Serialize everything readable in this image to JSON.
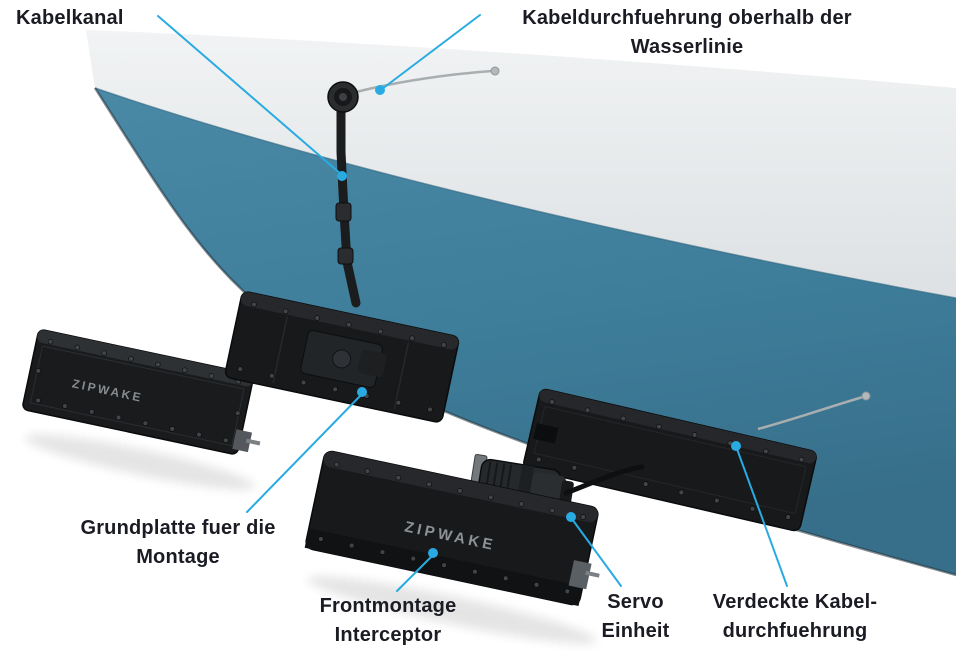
{
  "brand": {
    "logo_text": "ZIPWAKE"
  },
  "colors": {
    "callout_blue": "#29abe2",
    "hull_bottom_teal": "#3e7e9b",
    "hull_topside_gray": "#eceff0",
    "unit_black": "#17191b",
    "label_text": "#1a1b23"
  },
  "labels": {
    "kabelkanal": {
      "text": "Kabelkanal"
    },
    "kabeldurchfuehrung": {
      "line1": "Kabeldurchfuehrung oberhalb der",
      "line2": "Wasserlinie"
    },
    "grundplatte": {
      "line1": "Grundplatte fuer die",
      "line2": "Montage"
    },
    "frontmontage": {
      "line1": "Frontmontage",
      "line2": "Interceptor"
    },
    "servo": {
      "line1": "Servo",
      "line2": "Einheit"
    },
    "verdeckte": {
      "line1": "Verdeckte Kabel-",
      "line2": "durchfuehrung"
    }
  }
}
